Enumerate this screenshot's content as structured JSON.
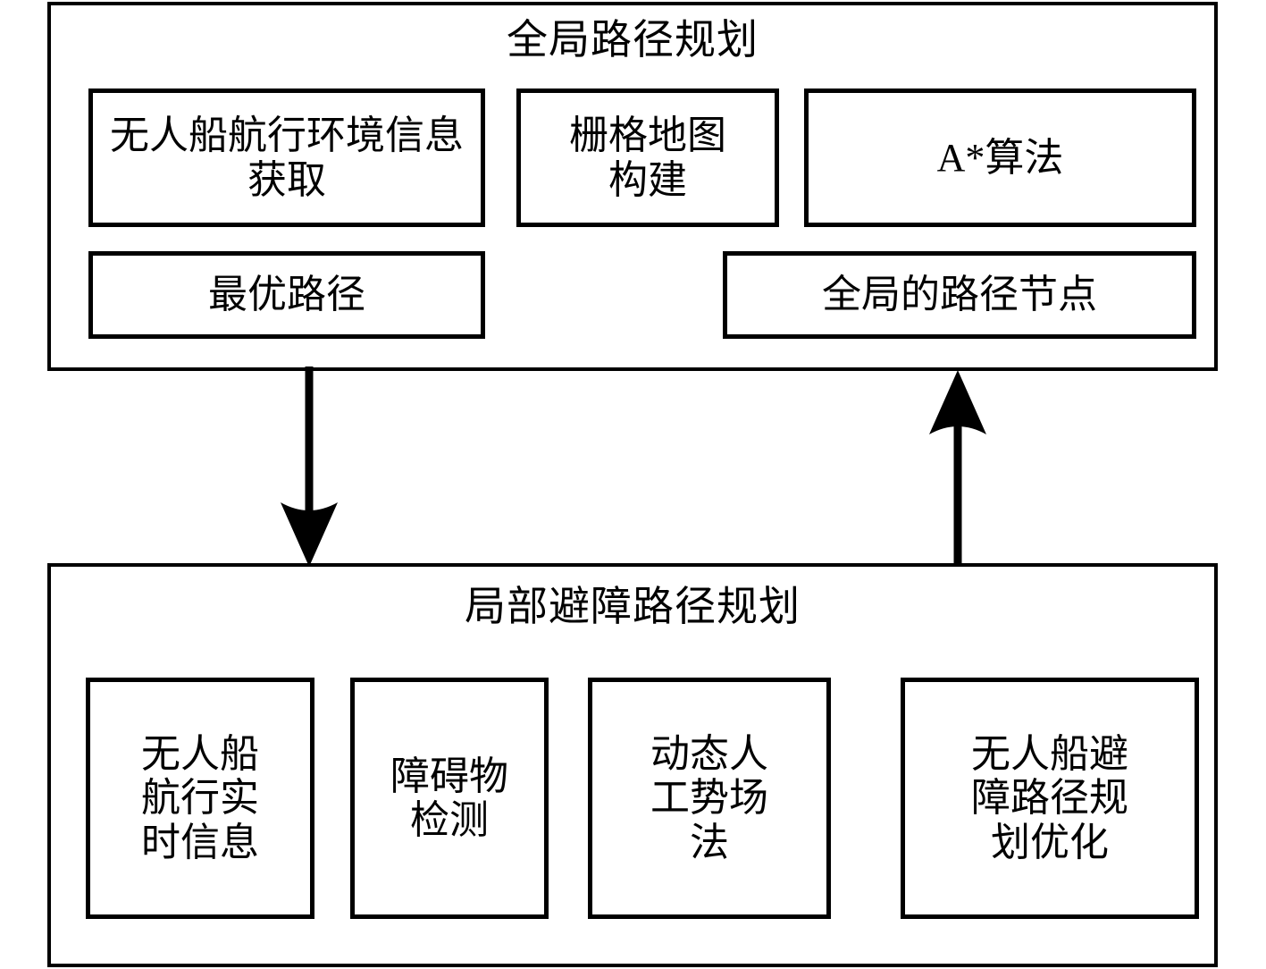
{
  "diagram": {
    "title_semantic": "USV path planning architecture",
    "panels": [
      {
        "id": "global",
        "title": "全局路径规划",
        "nodes": [
          {
            "label": "无人船航行环境信息获取"
          },
          {
            "label": "栅格地图构建"
          },
          {
            "label": "A*算法"
          },
          {
            "label": "最优路径"
          },
          {
            "label": "全局的路径节点"
          }
        ]
      },
      {
        "id": "local",
        "title": "局部避障路径规划",
        "nodes": [
          {
            "label": "无人船航行实时信息"
          },
          {
            "label": "障碍物检测"
          },
          {
            "label": "动态人工势场法"
          },
          {
            "label": "无人船避障路径规划优化"
          }
        ]
      }
    ],
    "connectors": [
      {
        "id": "global-to-local",
        "direction": "down"
      },
      {
        "id": "local-to-global",
        "direction": "up"
      }
    ],
    "colors": {
      "stroke": "#000000",
      "fill": "#ffffff"
    }
  }
}
